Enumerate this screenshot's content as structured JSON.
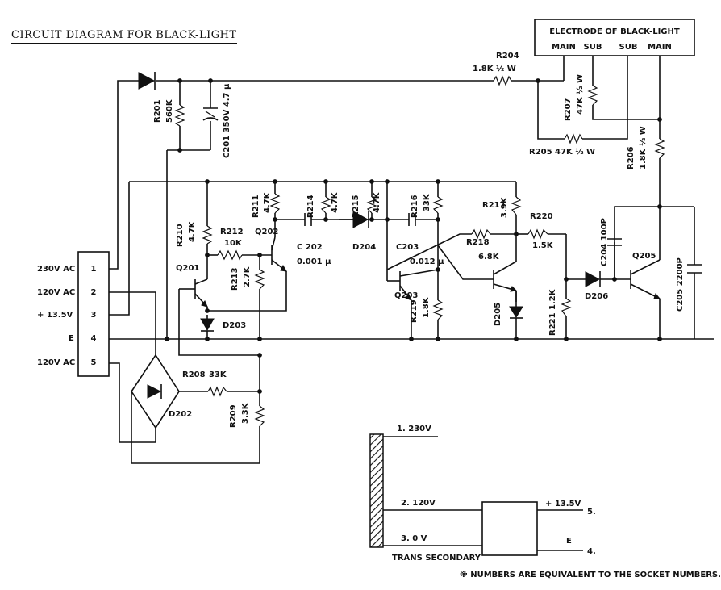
{
  "title": "CIRCUIT DIAGRAM FOR BLACK-LIGHT",
  "electrode": {
    "header": "ELECTRODE OF BLACK-LIGHT",
    "pins": [
      "MAIN",
      "SUB",
      "SUB",
      "MAIN"
    ]
  },
  "socket": {
    "pin_numbers": [
      "1",
      "2",
      "3",
      "4",
      "5"
    ],
    "pin_labels": [
      "230V AC",
      "120V AC",
      "+ 13.5V",
      "E",
      "120V AC"
    ]
  },
  "components": {
    "R201": [
      "R201",
      "560K"
    ],
    "C201": [
      "C201 350V 4.7 μ"
    ],
    "R204": [
      "R204",
      "1.8K  ½ W"
    ],
    "R207": [
      "R207",
      "47K  ½ W"
    ],
    "R205": [
      "R205  47K  ½ W"
    ],
    "R206": [
      "R206",
      "1.8K  ½ W"
    ],
    "R210": [
      "R210",
      "4.7K"
    ],
    "R212": [
      "R212",
      "10K"
    ],
    "R211": [
      "R211",
      "4.7K"
    ],
    "R213": [
      "R213",
      "2.7K"
    ],
    "R214": [
      "R214",
      "4.7K"
    ],
    "R215": [
      "R215",
      "4.7K"
    ],
    "R216": [
      "R216",
      "33K"
    ],
    "R217": [
      "R217",
      "3.9K"
    ],
    "R218": [
      "R218",
      "6.8K"
    ],
    "R219": [
      "R219",
      "1.8K"
    ],
    "R220": [
      "R220",
      "1.5K"
    ],
    "R221": [
      "R221 1.2K"
    ],
    "R208": [
      "R208",
      "33K"
    ],
    "R209": [
      "R209",
      "3.3K"
    ],
    "C202": [
      "C 202",
      "0.001 μ"
    ],
    "C203": [
      "C203",
      "0.012 μ"
    ],
    "C204": [
      "C204  100P"
    ],
    "C205": [
      "C205  2200P"
    ],
    "Q201": "Q201",
    "Q202": "Q202",
    "Q203": "Q203",
    "Q205": "Q205",
    "D202": "D202",
    "D203": "D203",
    "D204": "D204",
    "D205": "D205",
    "D206": "D206"
  },
  "transformer": {
    "taps": [
      "1.  230V",
      "2.  120V",
      "3.  0 V"
    ],
    "label": "TRANS  SECONDARY",
    "output_plus": "+ 13.5V",
    "output_plus_num": "5.",
    "output_e": "E",
    "output_e_num": "4."
  },
  "footnote": "※ NUMBERS  ARE  EQUIVALENT  TO  THE  SOCKET  NUMBERS."
}
